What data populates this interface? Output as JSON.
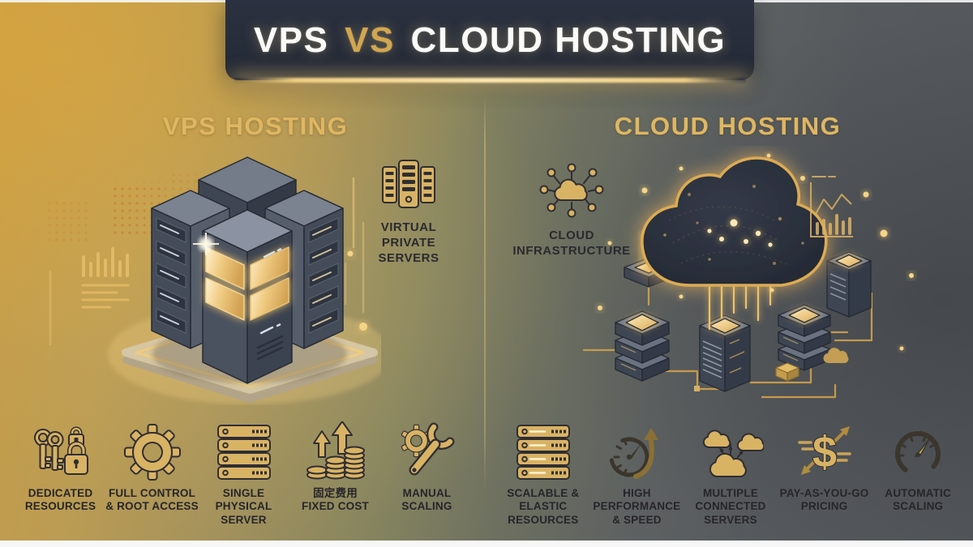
{
  "banner": {
    "vps": "VPS",
    "vs": "VS",
    "cloud": "CLOUD HOSTING"
  },
  "left": {
    "title": "VPS HOSTING",
    "callout": "VIRTUAL\nPRIVATE\nSERVERS",
    "features": [
      {
        "name": "dedicated-resources",
        "label": "DEDICATED\nRESOURCES"
      },
      {
        "name": "full-control-root-access",
        "label": "FULL CONTROL\n& ROOT ACCESS"
      },
      {
        "name": "single-physical-server",
        "label": "SINGLE\nPHYSICAL\nSERVER"
      },
      {
        "name": "fixed-cost",
        "label": "固定费用\nFIXED COST"
      },
      {
        "name": "manual-scaling",
        "label": "MANUAL\nSCALING"
      }
    ]
  },
  "right": {
    "title": "CLOUD HOSTING",
    "callout": "CLOUD\nINFRASTRUCTURE",
    "features": [
      {
        "name": "scalable-elastic-resources",
        "label": "SCALABLE &\nELASTIC\nRESOURCES"
      },
      {
        "name": "high-performance-speed",
        "label": "HIGH\nPERFORMANCE\n& SPEED"
      },
      {
        "name": "multiple-connected-servers",
        "label": "MULTIPLE\nCONNECTED\nSERVERS"
      },
      {
        "name": "pay-as-you-go-pricing",
        "label": "PAY-AS-YOU-GO\nPRICING"
      },
      {
        "name": "automatic-scaling",
        "label": "AUTOMATIC\nSCALING"
      }
    ]
  },
  "icons": {
    "dollar_glyph": "$"
  },
  "colors": {
    "gold": "#d9b364",
    "gold_bright": "#ffe9b0",
    "banner_bg": "#262c39",
    "ink": "#2a2a2e",
    "slate": "#54585c"
  }
}
